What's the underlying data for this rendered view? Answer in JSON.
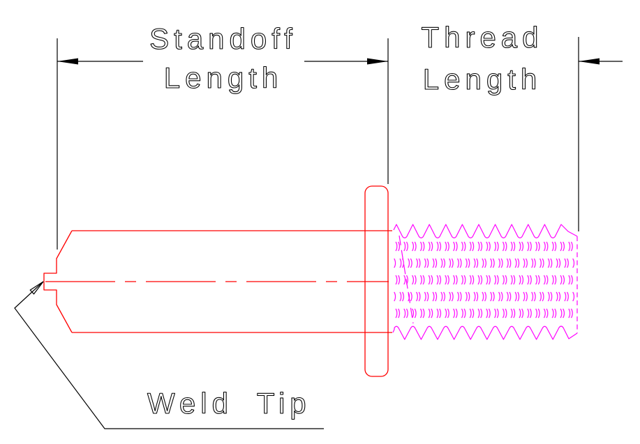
{
  "diagram": {
    "labels": {
      "standoff_length": {
        "line1": "Standoff",
        "line2": "Length"
      },
      "thread_length": {
        "line1": "Thread",
        "line2": "Length"
      },
      "weld_tip": "Weld Tip"
    },
    "colors": {
      "background": "#ffffff",
      "dimension": "#000000",
      "stud_outline": "#ff0000",
      "threads": "#ff00ff"
    }
  }
}
